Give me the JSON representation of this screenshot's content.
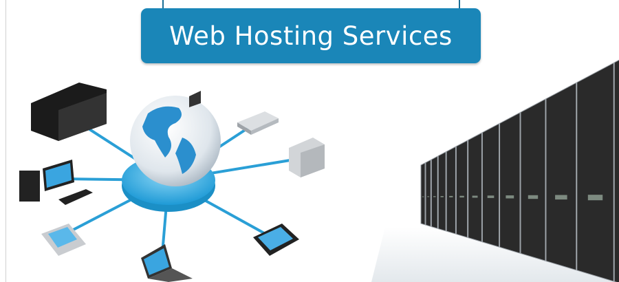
{
  "banner": {
    "title": "Web Hosting Services"
  },
  "colors": {
    "banner": "#1a86b8",
    "hub": "#3bb3e6",
    "spoke": "#2a9fd6",
    "rack": "#2a2a2a"
  },
  "illustrations": {
    "left": "network-globe-devices",
    "right": "server-racks-datacenter"
  }
}
